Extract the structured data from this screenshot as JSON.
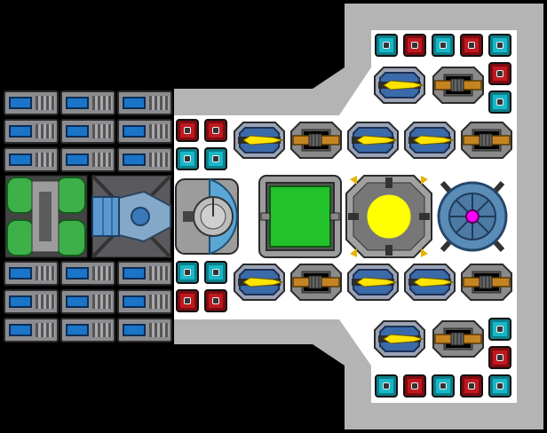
{
  "screen": {
    "background": "#000000",
    "hull_color": "#b4b4b4",
    "deck_color": "#ffffff"
  },
  "palette": {
    "cyan_cell": "#18b8c8",
    "red_cell": "#c01820",
    "battery_blue": "#1a74c8",
    "reactor_green": "#22c32a",
    "core_yellow": "#ffff00",
    "magenta_core": "#ff00ff",
    "engine_green": "#3db04a"
  },
  "modules": {
    "batteries_top_rows": 3,
    "batteries_bottom_rows": 3,
    "batteries_per_row": 3,
    "green_engine": "green-engine-module",
    "blue_thruster": "blue-thruster-module",
    "dome_cockpit": "dome-cockpit-module",
    "green_reactor": "green-reactor-module",
    "yellow_core": "yellow-core-module",
    "turbine_core": "turbine-core-module",
    "blue_cannon": "blue-cannon-turret",
    "orange_cannon": "orange-cannon-turret"
  }
}
